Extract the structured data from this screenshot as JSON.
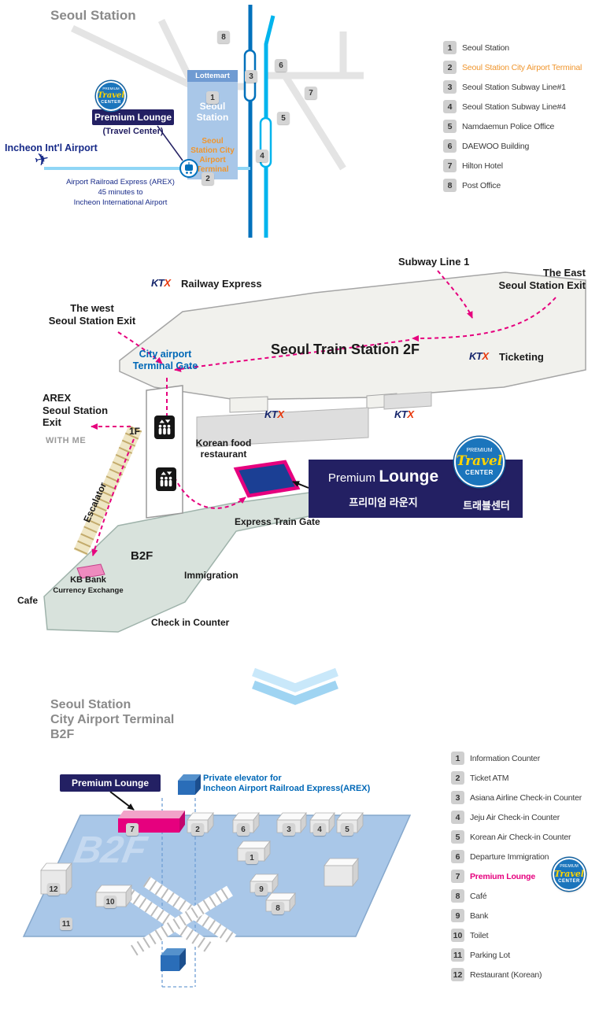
{
  "icons": {
    "airplane": "✈"
  },
  "badge": {
    "premium": "PREMIUM",
    "travel": "Travel",
    "center": "CENTER"
  },
  "section1": {
    "title": "Seoul Station",
    "map": {
      "lottemart": "Lottemart",
      "station_name": "Seoul Station",
      "terminal_label": "Seoul Station City Airport Terminal",
      "premium_lounge": "Premium Lounge",
      "travel_center_sub": "(Travel Center)",
      "incheon_airport": "Incheon Int'l Airport",
      "arex_line1": "Airport Railroad Express (AREX)",
      "arex_line2": "45 minutes to",
      "arex_line3": "Incheon International Airport"
    },
    "legend": [
      {
        "num": "1",
        "label": "Seoul Station"
      },
      {
        "num": "2",
        "label": "Seoul Station City Airport Terminal",
        "color": "#f0962e"
      },
      {
        "num": "3",
        "label": "Seoul Station Subway Line#1"
      },
      {
        "num": "4",
        "label": "Seoul Station Subway Line#4"
      },
      {
        "num": "5",
        "label": "Namdaemun Police Office"
      },
      {
        "num": "6",
        "label": "DAEWOO Building"
      },
      {
        "num": "7",
        "label": "Hilton Hotel"
      },
      {
        "num": "8",
        "label": "Post Office"
      }
    ]
  },
  "section2": {
    "subway_line1": "Subway Line 1",
    "east_exit_line1": "The East",
    "east_exit_line2": "Seoul Station Exit",
    "ktx_kt": "KT",
    "ktx_x": "X",
    "railway_express": "Railway Express",
    "west_exit_line1": "The west",
    "west_exit_line2": "Seoul Station Exit",
    "station_title": "Seoul Train Station 2F",
    "ticketing": "Ticketing",
    "city_gate_line1": "City airport",
    "city_gate_line2": "Terminal Gate",
    "arex_exit_line1": "AREX",
    "arex_exit_line2": "Seoul Station",
    "arex_exit_line3": "Exit",
    "with_me": "WITH ME",
    "floor_1f": "1F",
    "korean_food": "Korean food restaurant",
    "premium_word": "Premium",
    "lounge_word": "Lounge",
    "lounge_kr": "프리미엄 라운지",
    "travel_center_kr": "트래블센터",
    "express_gate": "Express Train Gate",
    "escalator": "Escalator",
    "b2f": "B2F",
    "kb_bank_line1": "KB Bank",
    "kb_bank_line2": "Currency Exchange",
    "cafe": "Cafe",
    "immigration": "Immigration",
    "check_in": "Check in Counter"
  },
  "section3": {
    "title_line1": "Seoul Station",
    "title_line2": "City Airport Terminal",
    "title_line3": "B2F",
    "premium_lounge": "Premium Lounge",
    "elevator_note_line1": "Private elevator for",
    "elevator_note_line2": "Incheon Airport Railroad Express(AREX)",
    "b2f_watermark": "B2F",
    "legend": [
      {
        "num": "1",
        "label": "Information Counter"
      },
      {
        "num": "2",
        "label": "Ticket ATM"
      },
      {
        "num": "3",
        "label": "Asiana Airline Check-in Counter"
      },
      {
        "num": "4",
        "label": "Jeju Air Check-in Counter"
      },
      {
        "num": "5",
        "label": "Korean Air Check-in Counter"
      },
      {
        "num": "6",
        "label": "Departure Immigration"
      },
      {
        "num": "7",
        "label": "Premium Lounge",
        "color": "#e6007e",
        "bold": true
      },
      {
        "num": "8",
        "label": "Café"
      },
      {
        "num": "9",
        "label": "Bank"
      },
      {
        "num": "10",
        "label": "Toilet"
      },
      {
        "num": "11",
        "label": "Parking Lot"
      },
      {
        "num": "12",
        "label": "Restaurant (Korean)"
      }
    ]
  }
}
